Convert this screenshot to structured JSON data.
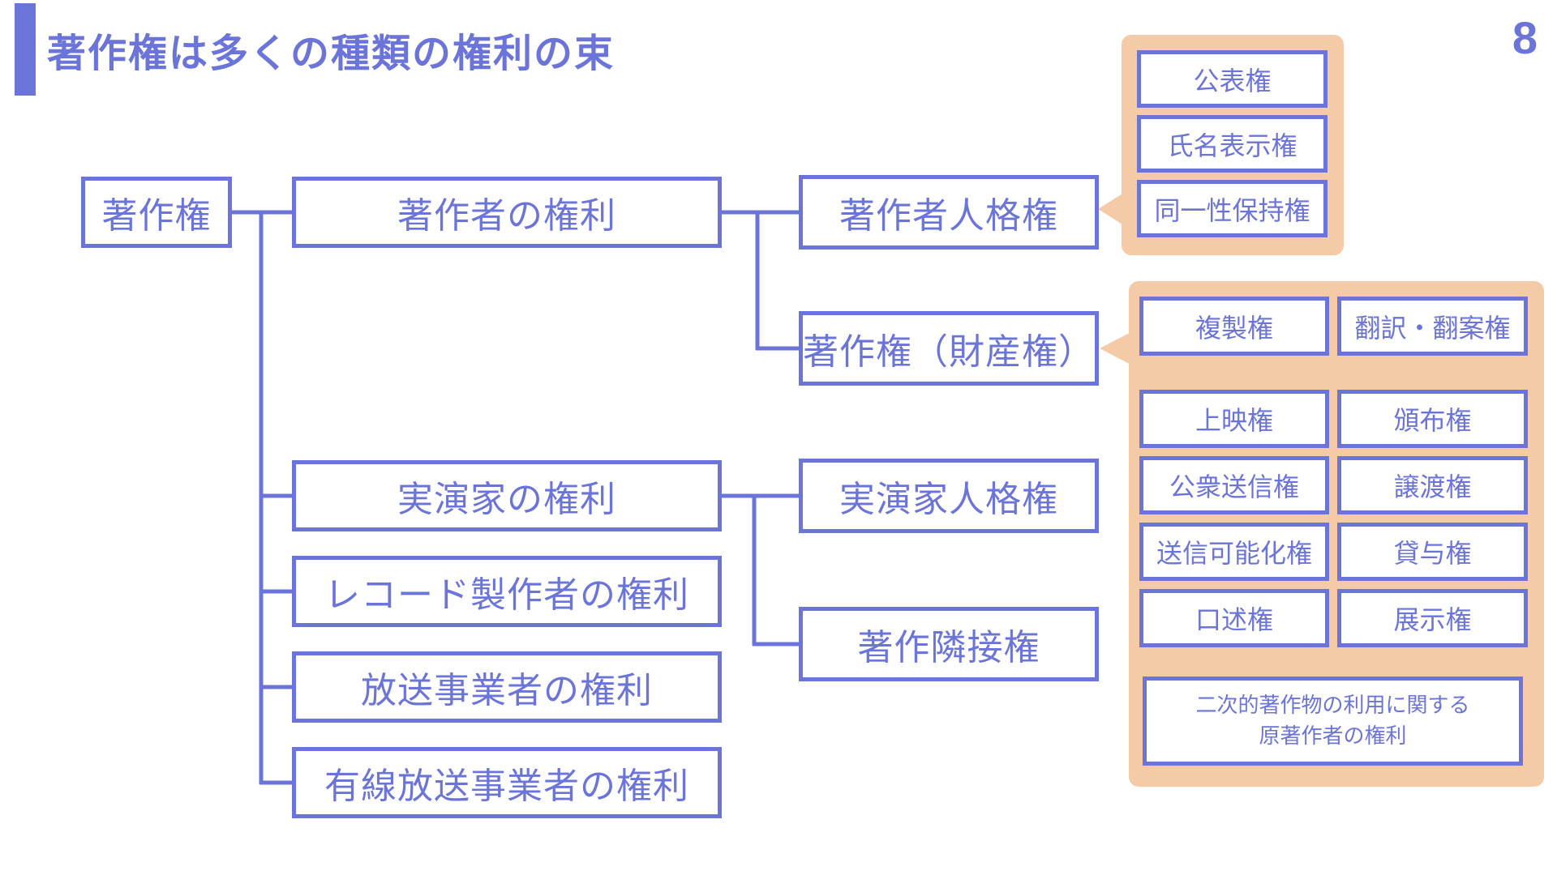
{
  "page": {
    "title": "著作権は多くの種類の権利の束",
    "page_number": "8"
  },
  "colors": {
    "purple": "#6B74D8",
    "orange": "#F5CBA7",
    "bg": "#FFFFFF"
  },
  "tree": {
    "root": {
      "label": "著作権"
    },
    "level2": [
      {
        "label": "著作者の権利"
      },
      {
        "label": "実演家の権利"
      },
      {
        "label": "レコード製作者の権利"
      },
      {
        "label": "放送事業者の権利"
      },
      {
        "label": "有線放送事業者の権利"
      }
    ],
    "level3": [
      {
        "label": "著作者人格権"
      },
      {
        "label": "著作権（財産権）"
      },
      {
        "label": "実演家人格権"
      },
      {
        "label": "著作隣接権"
      }
    ]
  },
  "callouts": {
    "moral_rights": {
      "points_to": "著作者人格権",
      "items": [
        "公表権",
        "氏名表示権",
        "同一性保持権"
      ]
    },
    "property_rights": {
      "points_to": "著作権（財産権）",
      "rows": [
        [
          "複製権",
          "翻訳・翻案権"
        ],
        [
          "上映権",
          "頒布権"
        ],
        [
          "公衆送信権",
          "譲渡権"
        ],
        [
          "送信可能化権",
          "貸与権"
        ],
        [
          "口述権",
          "展示権"
        ]
      ],
      "wide_item": {
        "line1": "二次的著作物の利用に関する",
        "line2": "原著作者の権利"
      }
    }
  }
}
